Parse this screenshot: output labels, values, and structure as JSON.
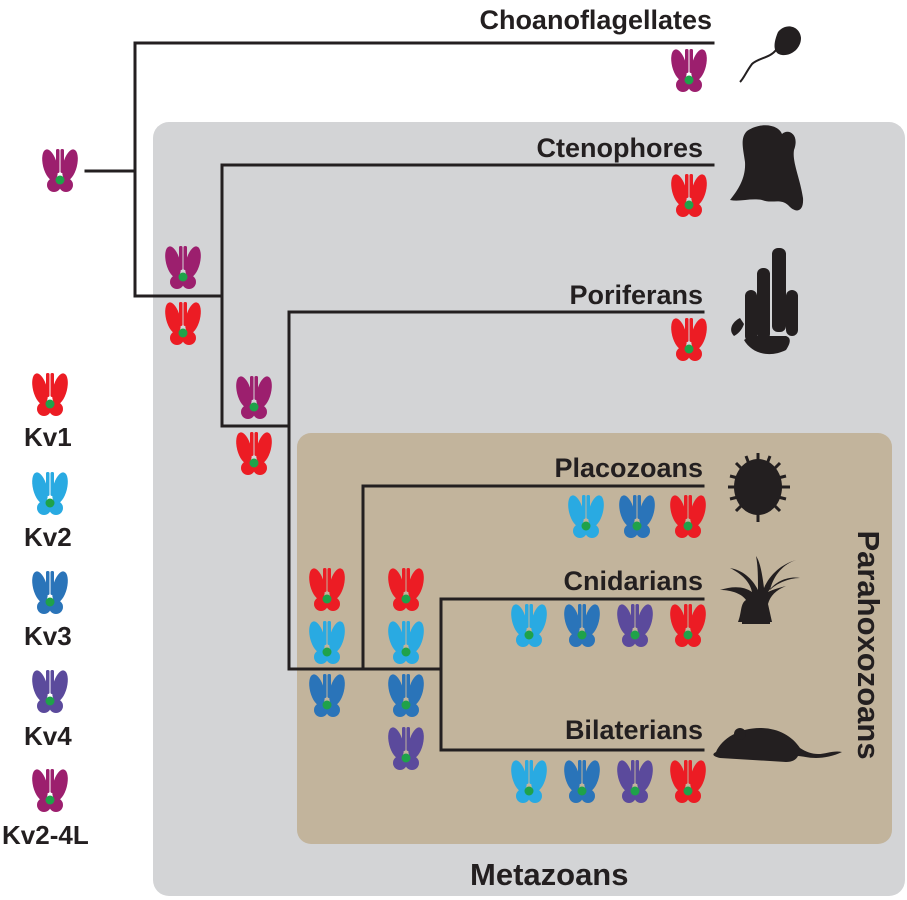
{
  "taxa": {
    "choanoflagellates": "Choanoflagellates",
    "ctenophores": "Ctenophores",
    "poriferans": "Poriferans",
    "placozoans": "Placozoans",
    "cnidarians": "Cnidarians",
    "bilaterians": "Bilaterians"
  },
  "groups": {
    "metazoans": "Metazoans",
    "parahoxozoans": "Parahoxozoans"
  },
  "legend": [
    {
      "label": "Kv1",
      "color": "#ec1c24"
    },
    {
      "label": "Kv2",
      "color": "#29aae2"
    },
    {
      "label": "Kv3",
      "color": "#2a74b9"
    },
    {
      "label": "Kv4",
      "color": "#5b4a9c"
    },
    {
      "label": "Kv2-4L",
      "color": "#9c1f6e"
    }
  ],
  "colors": {
    "kv1": "#ec1c24",
    "kv2": "#29aae2",
    "kv3": "#2a74b9",
    "kv4": "#5b4a9c",
    "kv2_4l": "#9c1f6e",
    "pore": "#1fa24a",
    "metazoa_bg": "#d3d4d6",
    "parahoxozoa_bg": "#c2b49c",
    "line": "#231f20"
  },
  "channel_sets": {
    "root": [
      "kv2_4l"
    ],
    "choanoflagellates": [
      "kv2_4l"
    ],
    "metazoa_node": [
      "kv2_4l",
      "kv1"
    ],
    "ctenophores": [
      "kv1"
    ],
    "post_ctenophore_node": [
      "kv2_4l",
      "kv1"
    ],
    "poriferans": [
      "kv1"
    ],
    "parahoxozoa_node": [
      "kv1",
      "kv2",
      "kv3"
    ],
    "cnidaria_bilateria_node": [
      "kv1",
      "kv2",
      "kv3",
      "kv4"
    ],
    "placozoans": [
      "kv2",
      "kv3",
      "kv1"
    ],
    "cnidarians": [
      "kv2",
      "kv3",
      "kv4",
      "kv1"
    ],
    "bilaterians": [
      "kv2",
      "kv3",
      "kv4",
      "kv1"
    ]
  },
  "silhouettes": [
    "choanoflagellate-icon",
    "ctenophore-icon",
    "sponge-icon",
    "placozoan-icon",
    "anemone-icon",
    "mouse-icon"
  ]
}
